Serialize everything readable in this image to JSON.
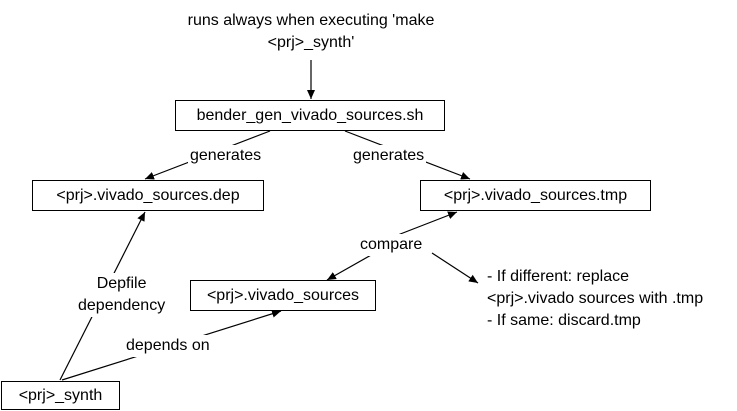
{
  "trigger": {
    "line1": "runs always when executing 'make",
    "line2": "<prj>_synth'"
  },
  "nodes": {
    "script": "bender_gen_vivado_sources.sh",
    "dep": "<prj>.vivado_sources.dep",
    "tmp": "<prj>.vivado_sources.tmp",
    "sources": "<prj>.vivado_sources",
    "synth": "<prj>_synth"
  },
  "edge_labels": {
    "generates_left": "generates",
    "generates_right": "generates",
    "compare": "compare",
    "depfile_line1": "Depfile",
    "depfile_line2": "dependency",
    "depends_on": "depends on"
  },
  "note": {
    "line1": "- If different: replace",
    "line2": "<prj>.vivado sources with .tmp",
    "line3": "- If same: discard.tmp"
  },
  "colors": {
    "stroke": "#000000",
    "background": "#ffffff"
  }
}
